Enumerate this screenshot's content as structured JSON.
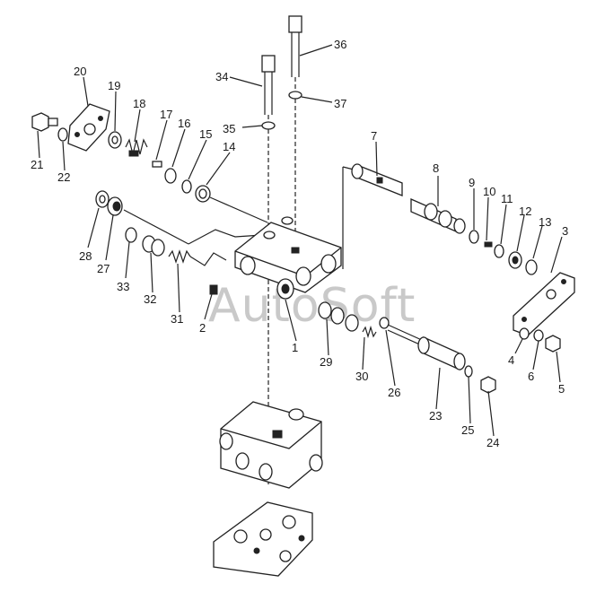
{
  "watermark": "AutoSoft",
  "callouts": {
    "c1": "1",
    "c2": "2",
    "c3": "3",
    "c4": "4",
    "c5": "5",
    "c6": "6",
    "c7": "7",
    "c8": "8",
    "c9": "9",
    "c10": "10",
    "c11": "11",
    "c12": "12",
    "c13": "13",
    "c14": "14",
    "c15": "15",
    "c16": "16",
    "c17": "17",
    "c18": "18",
    "c19": "19",
    "c20": "20",
    "c21": "21",
    "c22": "22",
    "c23": "23",
    "c24": "24",
    "c25": "25",
    "c26": "26",
    "c27": "27",
    "c28": "28",
    "c29": "29",
    "c30": "30",
    "c31": "31",
    "c32": "32",
    "c33": "33",
    "c34": "34",
    "c35": "35",
    "c36": "36",
    "c37": "37"
  }
}
